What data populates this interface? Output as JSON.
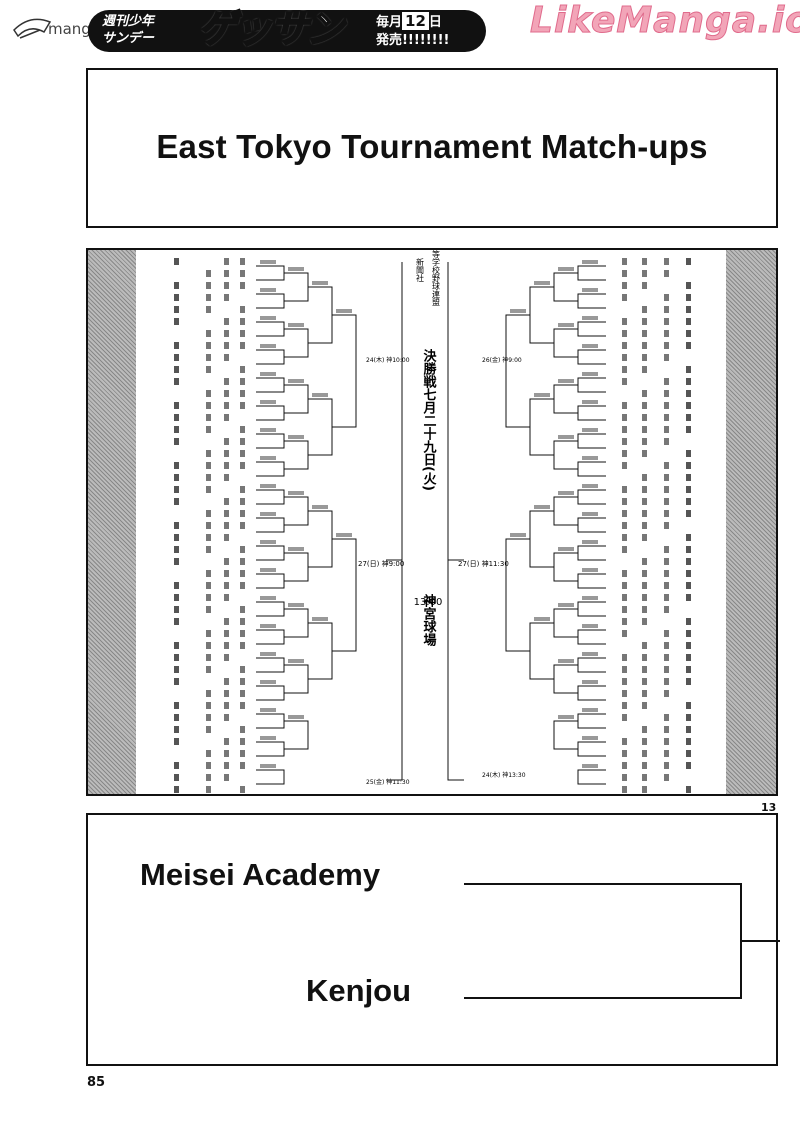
{
  "header": {
    "brand": "mang",
    "magazine_left": [
      "週刊少年",
      "サンデー"
    ],
    "magazine_title": "ゲッサン",
    "magazine_right_pre": "毎月",
    "magazine_right_num": "12",
    "magazine_right_post": "日",
    "magazine_right_line2": "発売!!!!!!!!",
    "watermark": "LikeManga.io"
  },
  "title": "East Tokyo Tournament Match-ups",
  "bracket": {
    "final_label": "決勝戦七月二十九日(火)",
    "final_time": "13:00",
    "venue": "神宮球場",
    "left_semifinal": "27(日) 神9:00",
    "right_semifinal": "27(日) 神11:30",
    "top_left_round": "24(木) 神10:00",
    "top_right_round": "26(金) 神9:00",
    "bottom_left_round": "25(金) 神11:30",
    "bottom_right_round": "24(木) 神13:30",
    "organizers": [
      "都高等学校野球連盟",
      "新聞社"
    ]
  },
  "page_number_small": "13",
  "matchup": {
    "team_a": "Meisei Academy",
    "team_b": "Kenjou"
  },
  "page_number": "85"
}
